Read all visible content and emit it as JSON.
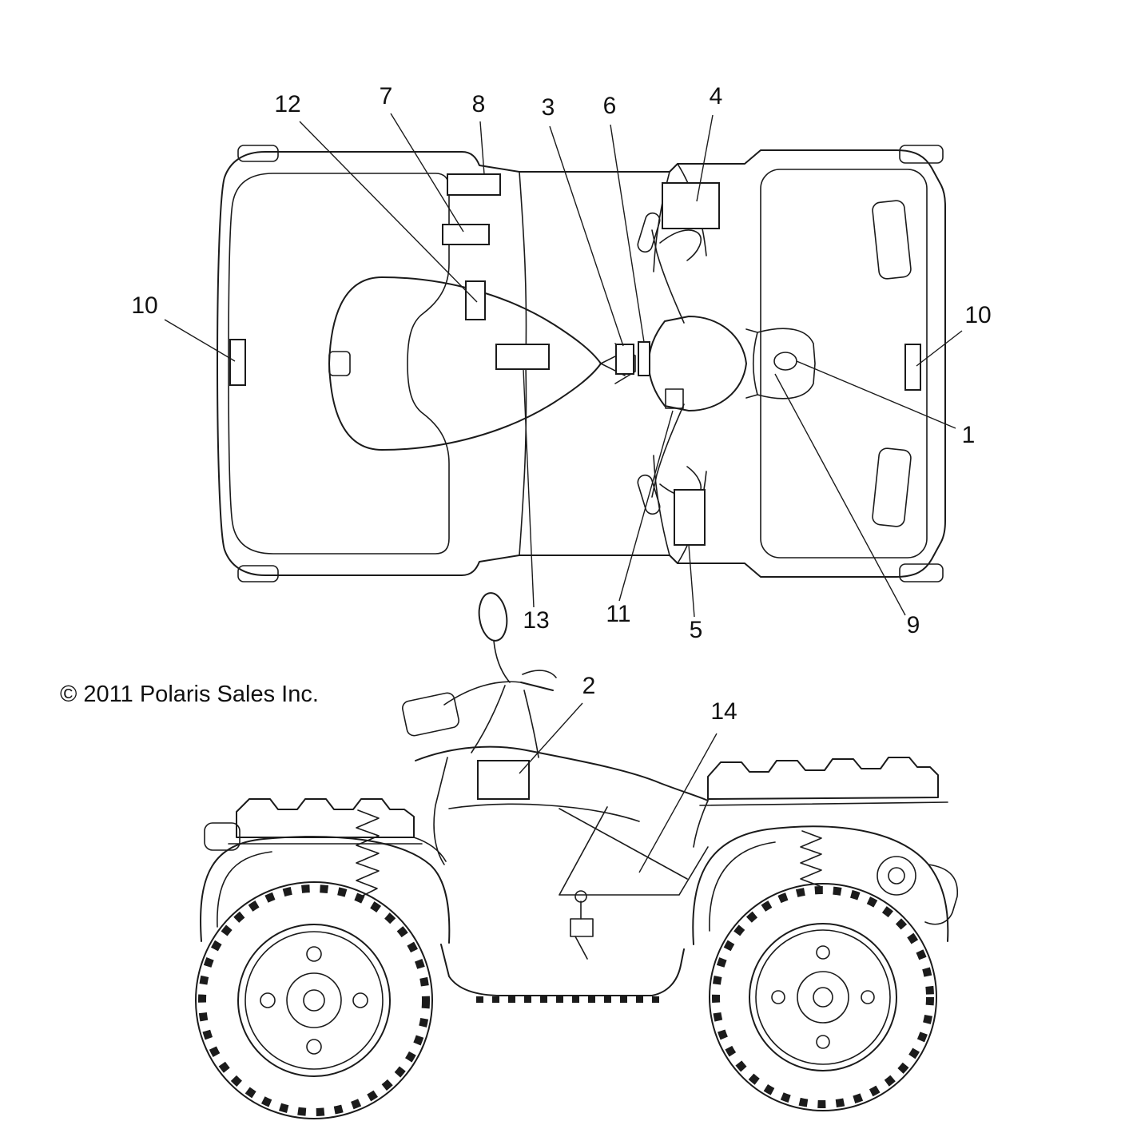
{
  "page": {
    "background_color": "#ffffff",
    "line_color": "#1b1b1b"
  },
  "copyright": "© 2011 Polaris Sales Inc.",
  "callouts": {
    "c1": "1",
    "c2": "2",
    "c3": "3",
    "c4": "4",
    "c5": "5",
    "c6": "6",
    "c7": "7",
    "c8": "8",
    "c9": "9",
    "c10_left": "10",
    "c10_right": "10",
    "c11": "11",
    "c12": "12",
    "c13": "13",
    "c14": "14"
  }
}
